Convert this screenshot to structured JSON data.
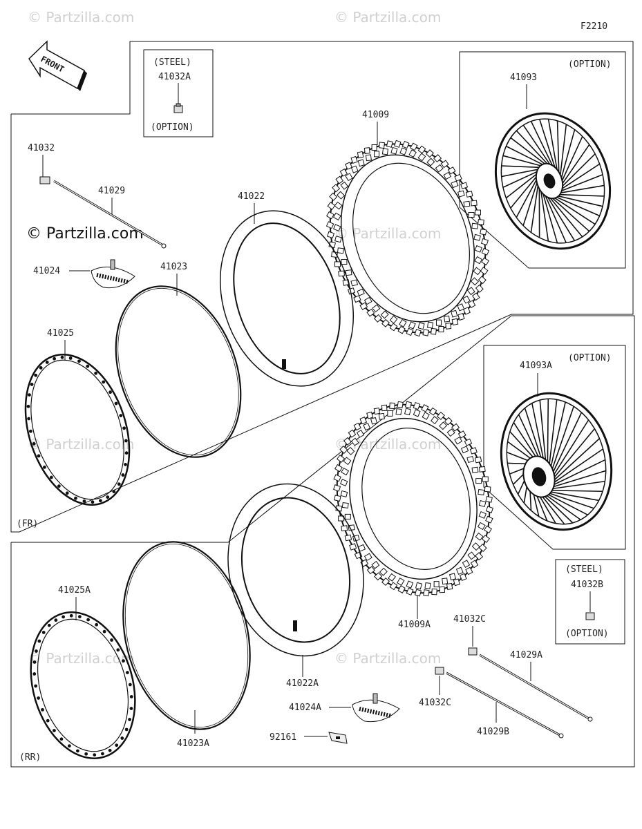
{
  "figure_code": "F2210",
  "front_arrow_label": "FRONT",
  "watermark": "© Partzilla.com",
  "front_section_label": "(FR)",
  "rear_section_label": "(RR)",
  "steel_label": "(STEEL)",
  "option_label": "(OPTION)",
  "parts": {
    "p41032A": "41032A",
    "p41032": "41032",
    "p41029": "41029",
    "p41024": "41024",
    "p41023": "41023",
    "p41025": "41025",
    "p41022": "41022",
    "p41009": "41009",
    "p41093": "41093",
    "p41093A": "41093A",
    "p41009A": "41009A",
    "p41032B": "41032B",
    "p41032C_top": "41032C",
    "p41032C_bottom": "41032C",
    "p41029A": "41029A",
    "p41029B": "41029B",
    "p41025A": "41025A",
    "p41022A": "41022A",
    "p41024A": "41024A",
    "p41023A": "41023A",
    "p92161": "92161"
  }
}
